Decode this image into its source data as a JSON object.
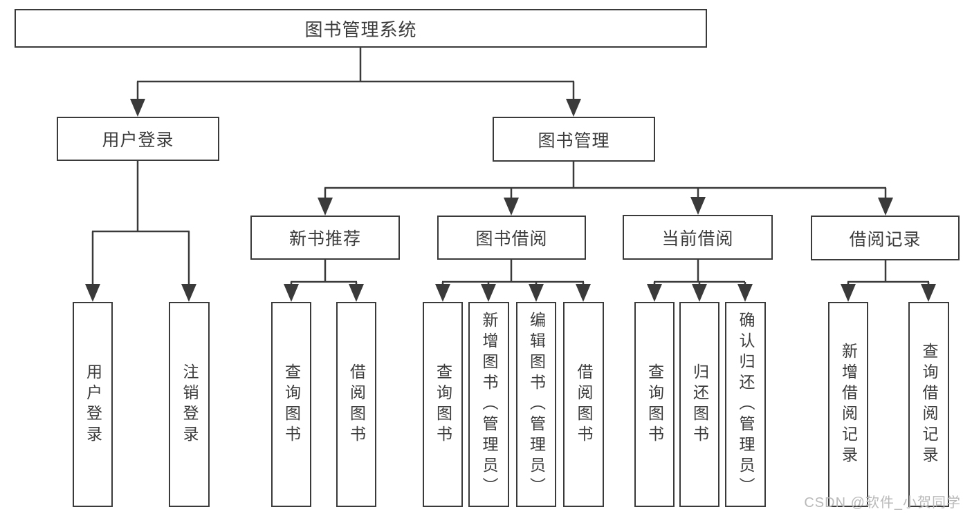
{
  "diagram": {
    "title": "图书管理系统",
    "root": {
      "label": "图书管理系统"
    },
    "level2": [
      {
        "label": "用户登录"
      },
      {
        "label": "图书管理"
      }
    ],
    "level3": [
      {
        "label": "新书推荐",
        "parent": "图书管理"
      },
      {
        "label": "图书借阅",
        "parent": "图书管理"
      },
      {
        "label": "当前借阅",
        "parent": "图书管理"
      },
      {
        "label": "借阅记录",
        "parent": "图书管理"
      }
    ],
    "leaves": [
      {
        "label": "用户登录",
        "parent": "用户登录"
      },
      {
        "label": "注销登录",
        "parent": "用户登录"
      },
      {
        "label": "查询图书",
        "parent": "新书推荐"
      },
      {
        "label": "借阅图书",
        "parent": "新书推荐"
      },
      {
        "label": "查询图书",
        "parent": "图书借阅"
      },
      {
        "label": "新增图书（管理员）",
        "parent": "图书借阅"
      },
      {
        "label": "编辑图书（管理员）",
        "parent": "图书借阅"
      },
      {
        "label": "借阅图书",
        "parent": "图书借阅"
      },
      {
        "label": "查询图书",
        "parent": "当前借阅"
      },
      {
        "label": "归还图书",
        "parent": "当前借阅"
      },
      {
        "label": "确认归还（管理员）",
        "parent": "当前借阅"
      },
      {
        "label": "新增借阅记录",
        "parent": "借阅记录"
      },
      {
        "label": "查询借阅记录",
        "parent": "借阅记录"
      }
    ]
  },
  "watermark": "CSDN @软件_小贺同学",
  "colors": {
    "line": "#3a3a3a",
    "text": "#3c3c3c",
    "watermark": "#b9b9b9",
    "background": "#ffffff"
  }
}
